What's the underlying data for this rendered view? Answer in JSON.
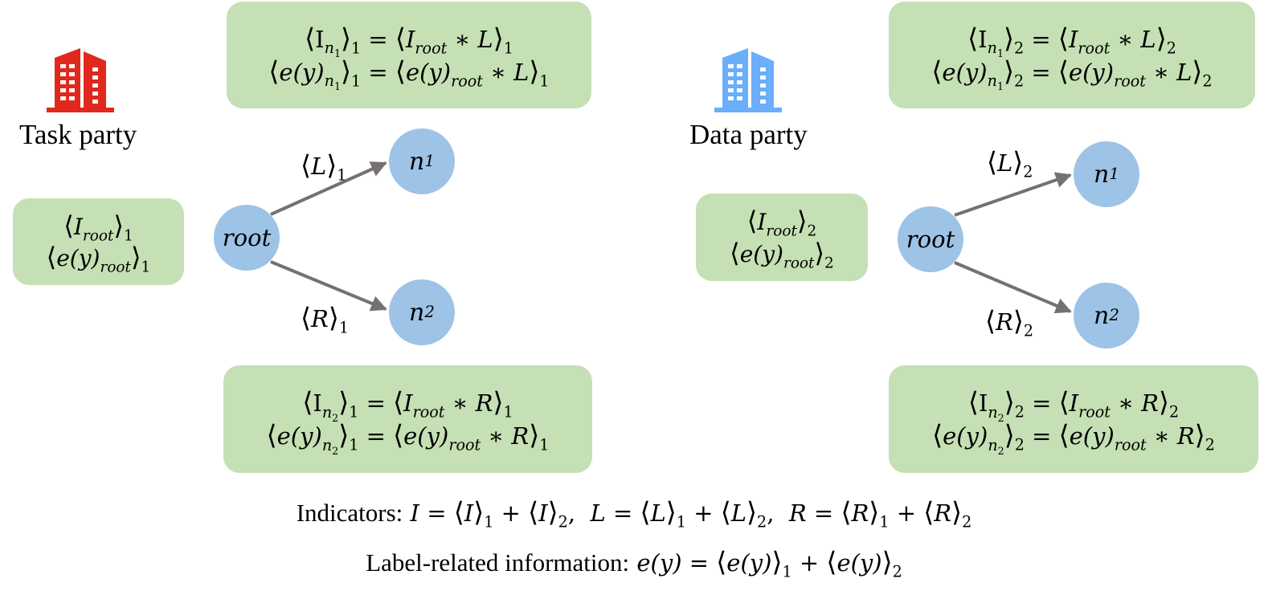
{
  "task_party": {
    "label": "Task party",
    "icon": "building-icon",
    "icon_color": "#e0281c"
  },
  "data_party": {
    "label": "Data party",
    "icon": "building-icon",
    "icon_color": "#6aaefc"
  },
  "colors": {
    "box_fill": "#c5e0b4",
    "node_fill": "#9dc3e6",
    "arrow": "#767171"
  },
  "nodes": {
    "root": "root",
    "n": "n",
    "sub1": "1",
    "sub2": "2"
  },
  "math": {
    "I": "I",
    "I_upright": "I",
    "L": "L",
    "R": "R",
    "ey": "e(y)",
    "root": "root",
    "eq": "=",
    "star": "∗",
    "plus": "+",
    "comma": ",",
    "lang": "⟨",
    "rang": "⟩",
    "s1": "1",
    "s2": "2"
  },
  "footer": {
    "indicators_label": "Indicators:",
    "label_info_label": "Label-related information:"
  }
}
